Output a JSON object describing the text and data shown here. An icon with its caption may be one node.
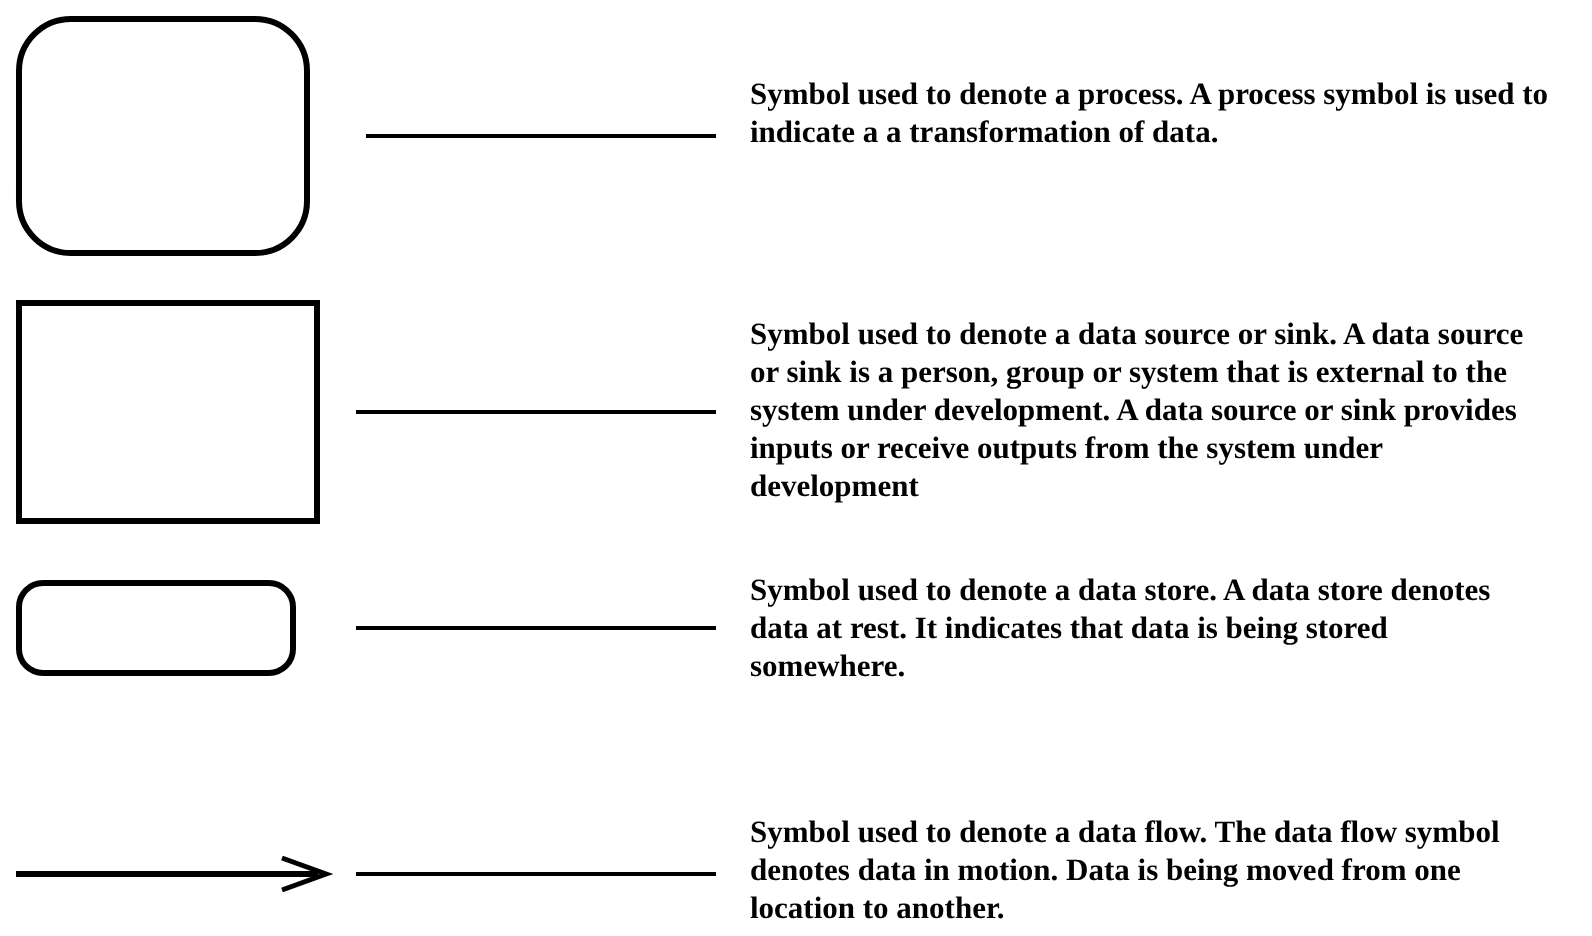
{
  "diagram": {
    "nodes": [
      {
        "text": [],
        "shape": "box"
      },
      {
        "text": [
          "Symbol used to denote a process. A process symbol is used to indicate a a transformation of data."
        ]
      },
      {
        "text": [],
        "shape": "box"
      },
      {
        "text": [
          "Symbol used to denote a data source or sink. A data source or sink is a person, group or system that is external to the system under development. A data source or sink provides inputs or receive outputs from the system under development"
        ]
      },
      {
        "text": [],
        "shape": "box"
      },
      {
        "text": [
          "Symbol used to denote a data store. A data store denotes data at rest. It indicates that data is being stored somewhere."
        ]
      },
      {
        "text": [],
        "shape": "arrow"
      },
      {
        "text": [
          "Symbol used to denote a data flow. The data flow symbol denotes data in motion. Data is being moved from one location to another."
        ]
      }
    ],
    "edges": [
      {
        "from": 0,
        "to": 1,
        "arrow": "none"
      },
      {
        "from": 2,
        "to": 3,
        "arrow": "none"
      },
      {
        "from": 4,
        "to": 5,
        "arrow": "none"
      },
      {
        "from": 6,
        "to": 7,
        "arrow": "none"
      }
    ]
  }
}
